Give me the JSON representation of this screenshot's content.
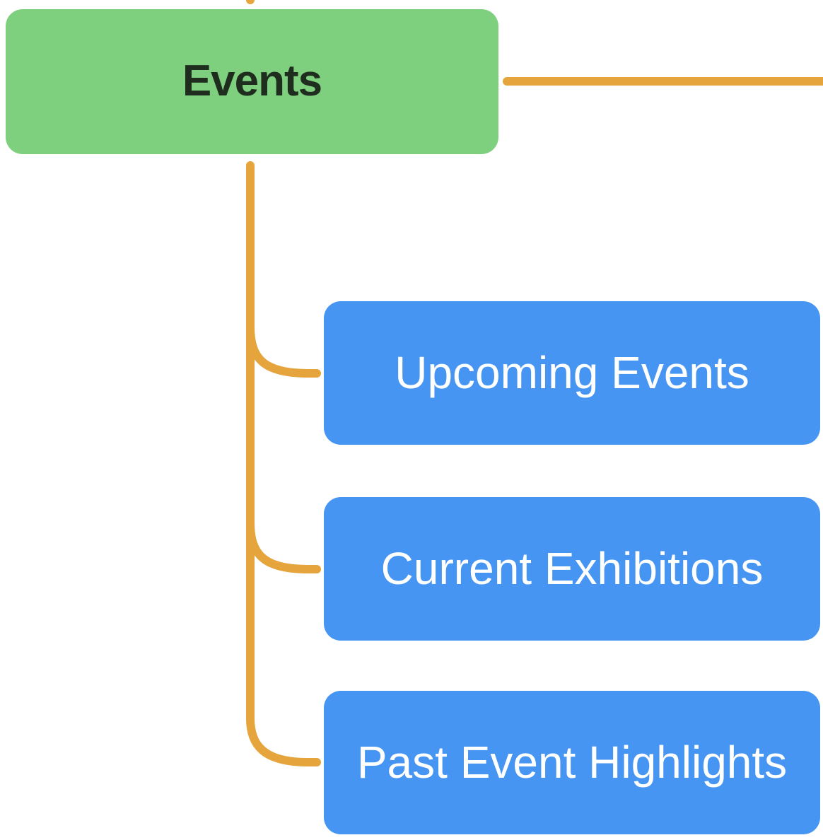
{
  "diagram": {
    "type": "mindmap",
    "root": {
      "label": "Events"
    },
    "children": [
      {
        "label": "Upcoming Events"
      },
      {
        "label": "Current Exhibitions"
      },
      {
        "label": "Past Event Highlights"
      }
    ],
    "connectors": {
      "description": "amber rounded connectors: stub to off-screen parent above, branch to off-screen sibling right, trunk down-left with curved branches to each child",
      "count_visible": 5
    },
    "colors": {
      "root_fill": "#7ED07F",
      "root_text": "#1F2D1F",
      "child_fill": "#4795F2",
      "child_text": "#FFFFFF",
      "connector": "#E5A43C",
      "background": "#FFFFFF"
    }
  }
}
